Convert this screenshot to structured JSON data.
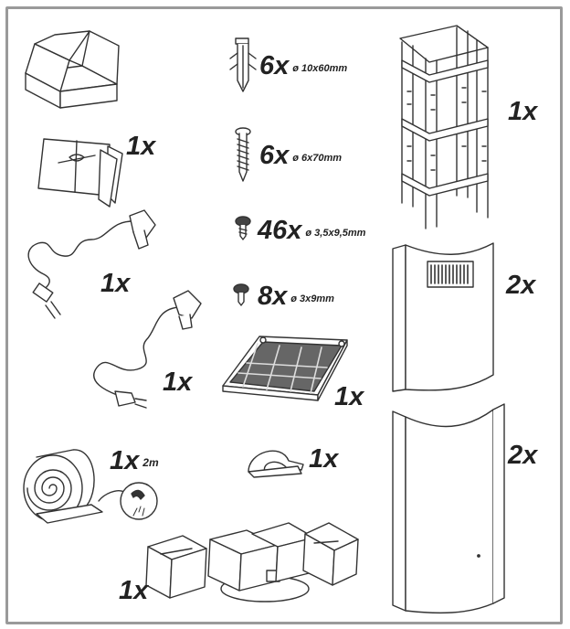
{
  "parts": [
    {
      "id": "manual",
      "qty": "1x"
    },
    {
      "id": "power-cord-eu",
      "qty": "1x"
    },
    {
      "id": "power-cord-uk",
      "qty": "1x"
    },
    {
      "id": "tape-roll",
      "qty": "1x",
      "size": "2m"
    },
    {
      "id": "duct-connectors",
      "qty": "1x"
    },
    {
      "id": "wall-plug",
      "qty": "6x",
      "size": "ø 10x60mm"
    },
    {
      "id": "wood-screw",
      "qty": "6x",
      "size": "ø 6x70mm"
    },
    {
      "id": "small-screw",
      "qty": "46x",
      "size": "ø 3,5x9,5mm"
    },
    {
      "id": "short-screw",
      "qty": "8x",
      "size": "ø 3x9mm"
    },
    {
      "id": "grease-filter",
      "qty": "1x"
    },
    {
      "id": "cable-clip",
      "qty": "1x"
    },
    {
      "id": "support-frame",
      "qty": "1x"
    },
    {
      "id": "upper-chimney",
      "qty": "2x"
    },
    {
      "id": "lower-chimney",
      "qty": "2x"
    }
  ],
  "colors": {
    "line": "#333333",
    "fill": "#ffffff",
    "dark": "#555555",
    "frame": "#9a9a9a"
  }
}
